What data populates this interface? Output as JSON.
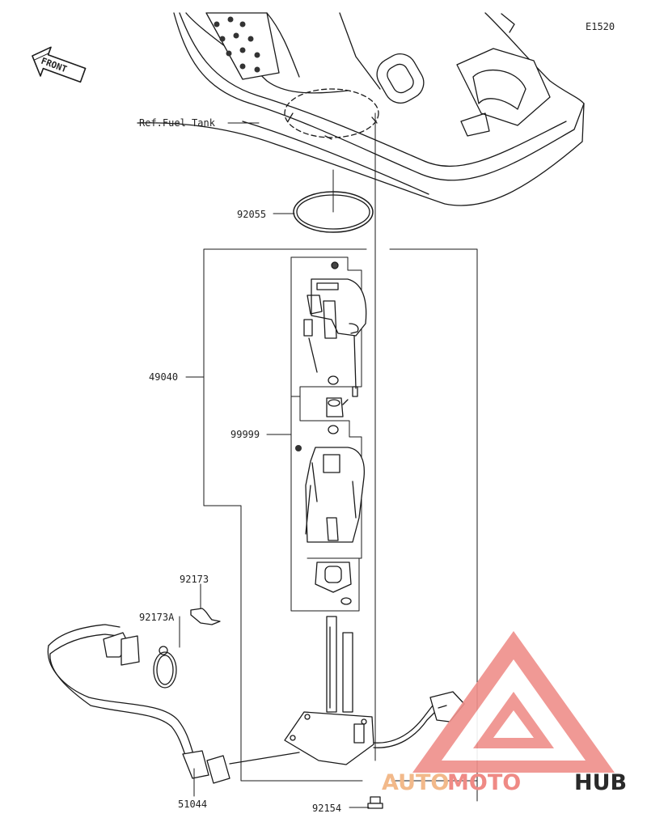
{
  "diagram": {
    "code": "E1520",
    "front_label": "FRONT",
    "ref_label": "Ref.Fuel Tank",
    "parts": {
      "gasket": "92055",
      "pump_assy": "49040",
      "pump_sub": "99999",
      "clamp": "92173",
      "clamp_a": "92173A",
      "hose": "51044",
      "bolt": "92154"
    }
  },
  "watermark": {
    "part1": "AUTO",
    "part2": "MOTO",
    "part3": "HUB",
    "colors": {
      "auto": "#f2b98a",
      "moto": "#ef8a85",
      "hub": "#2a2a2a",
      "triangle": "#ef8f8a"
    }
  }
}
